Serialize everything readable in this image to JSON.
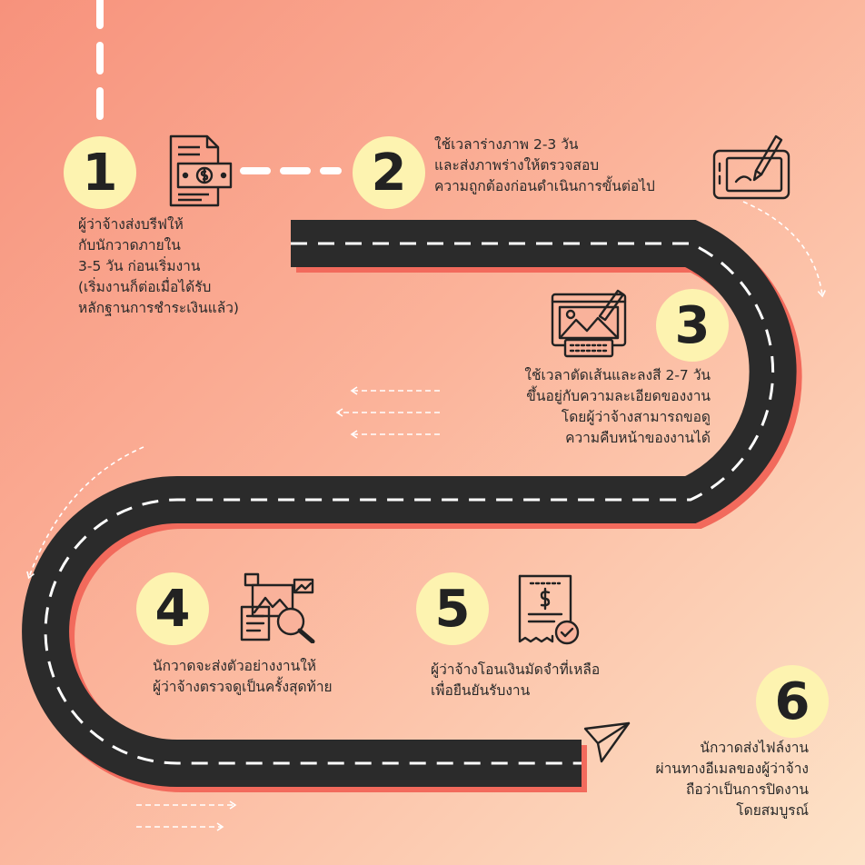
{
  "steps": [
    {
      "number": "1",
      "lines": [
        "ผู้ว่าจ้างส่งบรีฟให้",
        "กับนักวาดภายใน",
        "3-5 วัน ก่อนเริ่มงาน",
        "(เริ่มงานก็ต่อเมื่อได้รับ",
        "หลักฐานการชำระเงินแล้ว)"
      ],
      "icon": "money-document-icon"
    },
    {
      "number": "2",
      "lines": [
        "ใช้เวลาร่างภาพ 2-3 วัน",
        "และส่งภาพร่างให้ตรวจสอบ",
        "ความถูกต้องก่อนดำเนินการขั้นต่อไป"
      ],
      "icon": "drawing-tablet-icon"
    },
    {
      "number": "3",
      "lines": [
        "ใช้เวลาตัดเส้นและลงสี 2-7 วัน",
        "ขึ้นอยู่กับความละเอียดของงาน",
        "โดยผู้ว่าจ้างสามารถขอดู",
        "ความคืบหน้าของงานได้"
      ],
      "icon": "digital-art-screen-icon"
    },
    {
      "number": "4",
      "lines": [
        "นักวาดจะส่งตัวอย่างงานให้",
        "ผู้ว่าจ้างตรวจดูเป็นครั้งสุดท้าย"
      ],
      "icon": "image-search-icon"
    },
    {
      "number": "5",
      "lines": [
        "ผู้ว่าจ้างโอนเงินมัดจำที่เหลือ",
        "เพื่อยืนยันรับงาน"
      ],
      "icon": "receipt-check-icon"
    },
    {
      "number": "6",
      "lines": [
        "นักวาดส่งไฟล์งาน",
        "ผ่านทางอีเมลของผู้ว่าจ้าง",
        "ถือว่าเป็นการปิดงาน",
        "โดยสมบูรณ์"
      ],
      "icon": "paper-plane-icon"
    }
  ],
  "colors": {
    "road": "#2b2b2b",
    "road_shadow": "#f26a5c",
    "badge": "#fdf3b0",
    "dash": "#ffffff"
  }
}
